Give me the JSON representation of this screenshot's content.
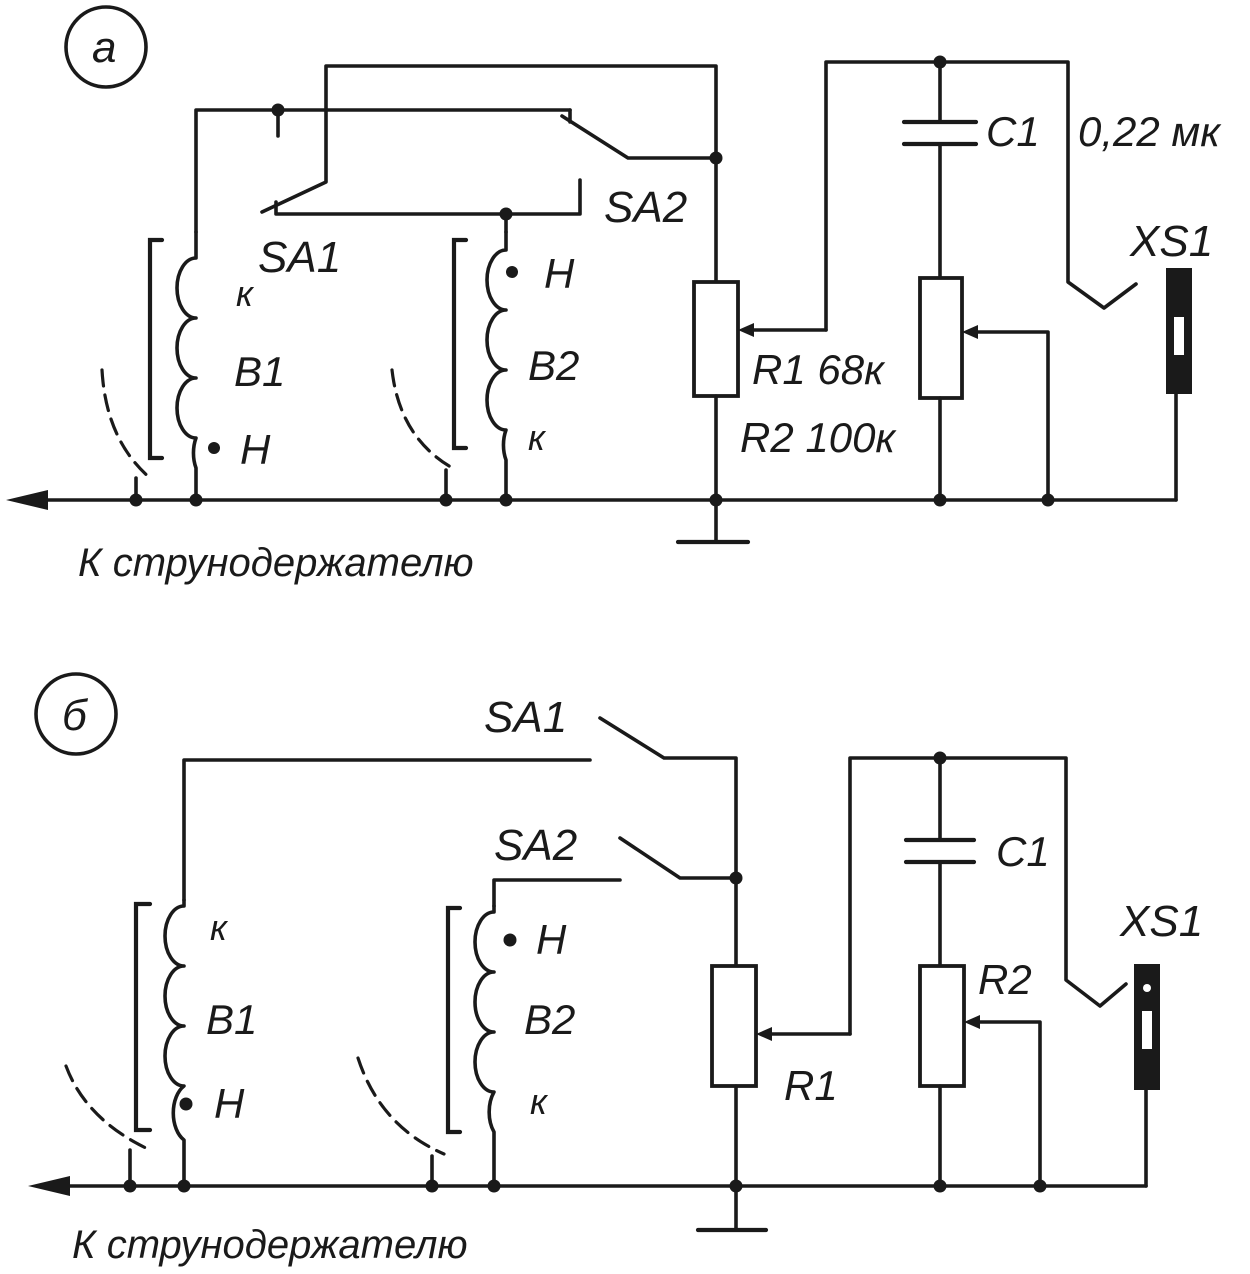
{
  "panel_a": {
    "marker": "а",
    "sa1": "SA1",
    "sa2": "SA2",
    "b1": "B1",
    "b1_top": "к",
    "b1_bottom": "Н",
    "b2": "B2",
    "b2_top": "Н",
    "b2_bottom": "к",
    "c1": "C1",
    "c1_value": "0,22 мк",
    "r1": "R1 68к",
    "r2": "R2 100к",
    "xs1": "XS1",
    "caption": "К струнодержателю"
  },
  "panel_b": {
    "marker": "б",
    "sa1": "SA1",
    "sa2": "SA2",
    "b1": "B1",
    "b1_top": "к",
    "b1_bottom": "Н",
    "b2": "B2",
    "b2_top": "Н",
    "b2_bottom": "к",
    "c1": "C1",
    "r1": "R1",
    "r2": "R2",
    "xs1": "XS1",
    "caption": "К струнодержателю"
  }
}
